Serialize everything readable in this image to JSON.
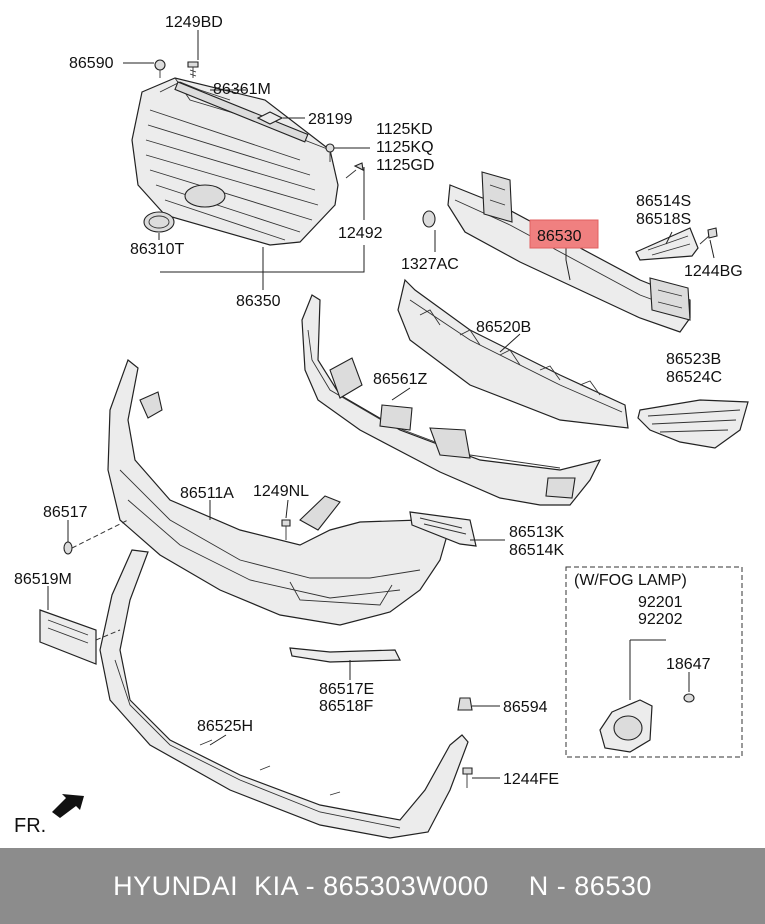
{
  "diagram": {
    "labels": {
      "c1249BD": "1249BD",
      "c86590": "86590",
      "c86361M": "86361M",
      "c28199": "28199",
      "c1125KD": "1125KD",
      "c1125KQ": "1125KQ",
      "c1125GD": "1125GD",
      "c12492": "12492",
      "c86310T": "86310T",
      "c86350": "86350",
      "c86514S": "86514S",
      "c86518S": "86518S",
      "c86530": "86530",
      "c1327AC": "1327AC",
      "c1244BG": "1244BG",
      "c86520B": "86520B",
      "c86523B": "86523B",
      "c86524C": "86524C",
      "c86561Z": "86561Z",
      "c86511A": "86511A",
      "c1249NL": "1249NL",
      "c86517": "86517",
      "c86519M": "86519M",
      "c86513K": "86513K",
      "c86514K": "86514K",
      "fog_title": "(W/FOG LAMP)",
      "c92201": "92201",
      "c92202": "92202",
      "c18647": "18647",
      "c86517E": "86517E",
      "c86518F": "86518F",
      "c86594": "86594",
      "c86525H": "86525H",
      "c1244FE": "1244FE",
      "front": "FR."
    },
    "highlight_color": "#f08080"
  },
  "footer": {
    "text": "HYUNDAI  KIA - 865303W000     N - 86530",
    "background": "#8c8c8c"
  }
}
